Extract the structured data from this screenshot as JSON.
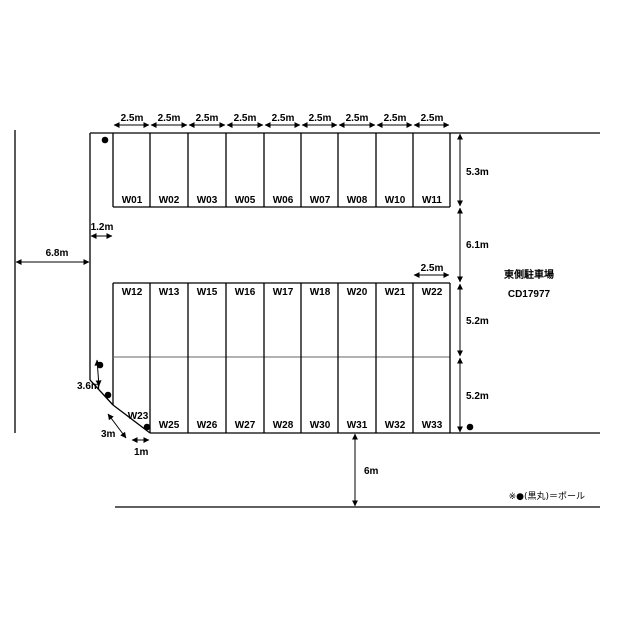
{
  "lot": {
    "name": "東側駐車場",
    "code": "CD17977"
  },
  "note": "※●(黒丸)＝ポール",
  "dimensions": {
    "top_widths": [
      "2.5m",
      "2.5m",
      "2.5m",
      "2.5m",
      "2.5m",
      "2.5m",
      "2.5m",
      "2.5m",
      "2.5m"
    ],
    "right_top": "5.3m",
    "aisle": "6.1m",
    "right_mid": "5.2m",
    "right_bot": "5.2m",
    "left_offset": "6.8m",
    "left_gap": "1.2m",
    "row2_last": "2.5m",
    "diag_len": "3.6m",
    "diag_3m": "3m",
    "diag_1m": "1m",
    "bottom": "6m"
  },
  "spaces": {
    "top": [
      "W01",
      "W02",
      "W03",
      "W05",
      "W06",
      "W07",
      "W08",
      "W10",
      "W11"
    ],
    "middle": [
      "W12",
      "W13",
      "W15",
      "W16",
      "W17",
      "W18",
      "W20",
      "W21",
      "W22"
    ],
    "bottom": [
      "W23",
      "W25",
      "W26",
      "W27",
      "W28",
      "W30",
      "W31",
      "W32",
      "W33"
    ]
  }
}
